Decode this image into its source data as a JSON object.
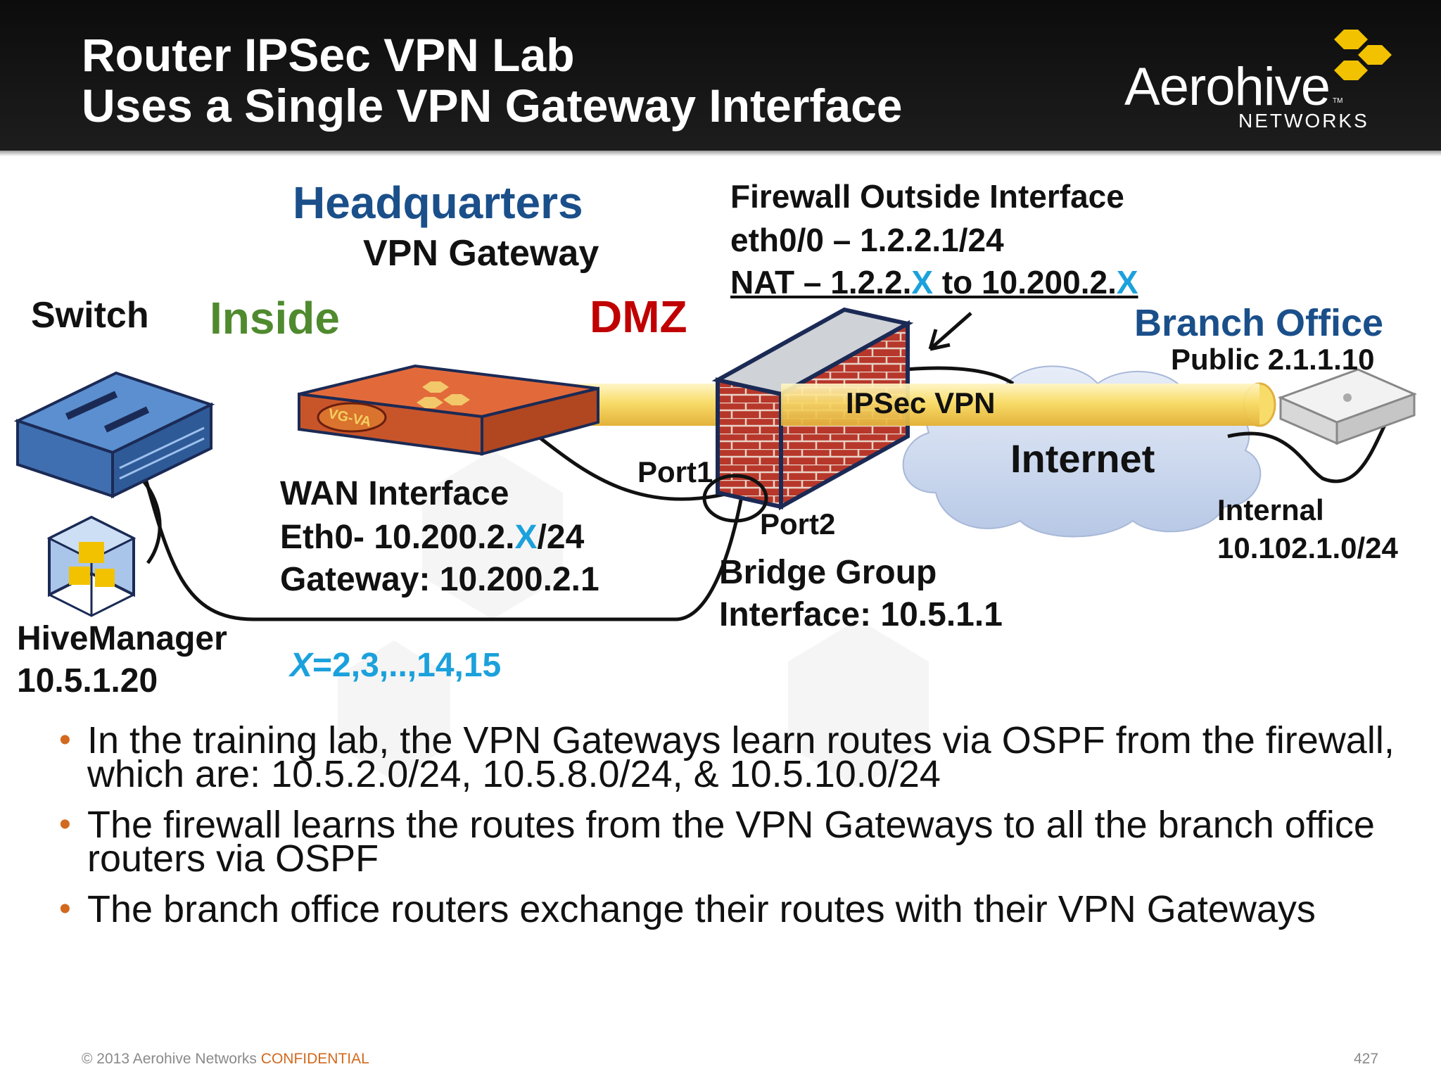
{
  "header": {
    "title_line1": "Router IPSec VPN Lab",
    "title_line2": "Uses a Single VPN Gateway Interface",
    "logo_word": "Aerohive",
    "logo_tm": "TM",
    "logo_sub": "NETWORKS"
  },
  "diagram": {
    "switch_label": "Switch",
    "inside_label": "Inside",
    "hq_label": "Headquarters",
    "vpn_gateway_label": "VPN Gateway",
    "vg_badge": "VG-VA",
    "dmz_label": "DMZ",
    "firewall_outside": {
      "line1": "Firewall Outside Interface",
      "line2": "eth0/0 – 1.2.2.1/24",
      "nat_prefix": "NAT – 1.2.2.",
      "nat_x1": "X",
      "nat_mid": " to 10.200.2.",
      "nat_x2": "X"
    },
    "branch_office_label": "Branch Office",
    "public_label": "Public 2.1.1.10",
    "ipsec_label": "IPSec VPN",
    "internet_label": "Internet",
    "port1_label": "Port1",
    "port2_label": "Port2",
    "wan": {
      "line1": "WAN Interface",
      "line2_prefix": "Eth0- 10.200.2.",
      "line2_x": "X",
      "line2_suffix": "/24",
      "line3": "Gateway: 10.200.2.1"
    },
    "bridge_group": {
      "line1": "Bridge Group",
      "line2": "Interface: 10.5.1.1"
    },
    "internal": {
      "line1": "Internal",
      "line2": "10.102.1.0/24"
    },
    "hivemanager": {
      "line1": "HiveManager",
      "line2": "10.5.1.20"
    },
    "x_values": {
      "x": "X",
      "rest": "=2,3,..,14,15"
    }
  },
  "bullets": [
    "In the training lab, the VPN Gateways learn routes via OSPF from the firewall, which are: 10.5.2.0/24, 10.5.8.0/24, & 10.5.10.0/24",
    "The firewall learns the routes from the VPN Gateways to all the branch office routers via OSPF",
    "The branch office routers exchange their routes with their VPN Gateways"
  ],
  "footer": {
    "copyright": "© 2013 Aerohive Networks ",
    "confidential": "CONFIDENTIAL",
    "page_number": "427"
  },
  "colors": {
    "header_bg": "#111111",
    "hq_blue": "#1a4f8a",
    "inside_green": "#4f8a2f",
    "dmz_red": "#c00000",
    "x_cyan": "#1ba1dc",
    "bullet_orange": "#d2691e",
    "logo_yellow": "#f2c200"
  },
  "icons": [
    "switch-icon",
    "hivemanager-icon",
    "vpn-gateway-appliance-icon",
    "firewall-icon",
    "internet-cloud-icon",
    "branch-router-icon",
    "vpn-tunnel-icon",
    "aerohive-logo-icon"
  ]
}
